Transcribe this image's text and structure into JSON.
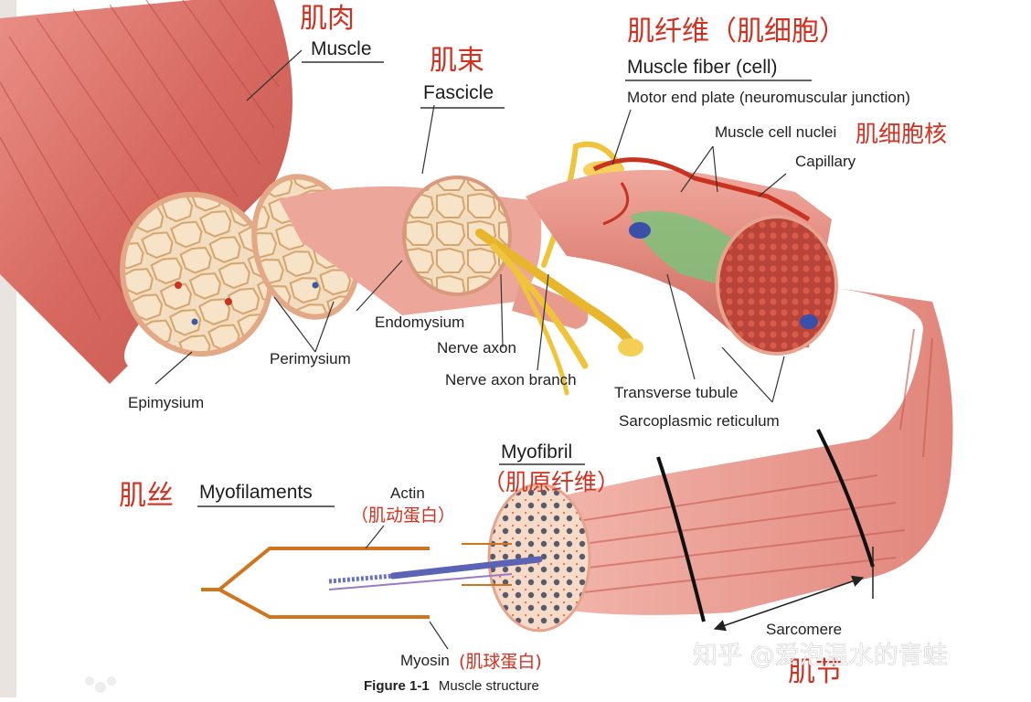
{
  "labels": {
    "muscle_zh": "肌肉",
    "muscle_en": "Muscle",
    "fascicle_zh": "肌束",
    "fascicle_en": "Fascicle",
    "fiber_zh": "肌纤维（肌细胞）",
    "fiber_en": "Muscle fiber (cell)",
    "motor_end_plate": "Motor end plate (neuromuscular junction)",
    "nuclei_en": "Muscle cell nuclei",
    "nuclei_zh": "肌细胞核",
    "capillary": "Capillary",
    "endomysium": "Endomysium",
    "perimysium": "Perimysium",
    "epimysium": "Epimysium",
    "nerve_axon": "Nerve axon",
    "nerve_axon_branch": "Nerve axon branch",
    "transverse_tubule": "Transverse tubule",
    "sarcoplasmic_reticulum": "Sarcoplasmic reticulum",
    "myofibril_en": "Myofibril",
    "myofibril_zh": "（肌原纤维）",
    "myofilaments_zh": "肌丝",
    "myofilaments_en": "Myofilaments",
    "actin_en": "Actin",
    "actin_zh": "（肌动蛋白）",
    "myosin_en": "Myosin",
    "myosin_zh": "(肌球蛋白)",
    "sarcomere_en": "Sarcomere",
    "sarcomere_zh": "肌节"
  },
  "caption": {
    "figure": "Figure 1-1",
    "text": "Muscle structure"
  },
  "watermark": "知乎 @爱泡温水的青蛙",
  "colors": {
    "muscle": "#d9736b",
    "muscle_light": "#efb2a6",
    "fascia": "#f3e2c4",
    "nerve": "#f0c43a",
    "vessel": "#c8321e",
    "reticulum": "#7cc27a",
    "red_text": "#d4301f",
    "filament": "#5b63b5"
  }
}
